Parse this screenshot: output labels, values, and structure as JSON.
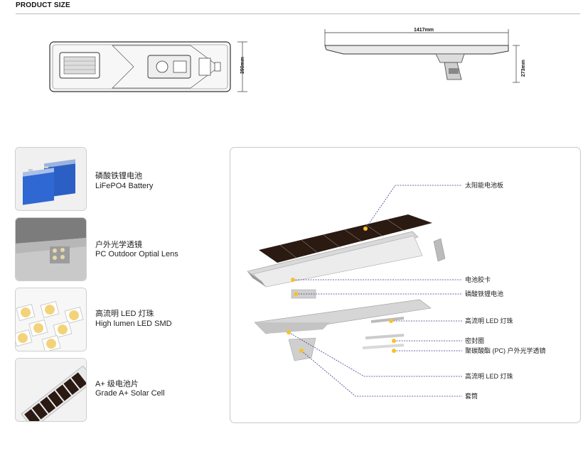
{
  "section": {
    "title": "PRODUCT SIZE"
  },
  "dimensions": {
    "width_label": "390mm",
    "length_label": "1417mm",
    "height_label": "273mm"
  },
  "features": [
    {
      "cn": "磷酸铁锂电池",
      "en": "LiFePO4 Battery",
      "image": "battery-icon"
    },
    {
      "cn": "户外光学透镜",
      "en": "PC Outdoor Optial Lens",
      "image": "lens-icon"
    },
    {
      "cn": "高流明 LED 灯珠",
      "en": "High lumen LED SMD",
      "image": "led-chip-icon"
    },
    {
      "cn": "A+ 级电池片",
      "en": "Grade A+ Solar Cell",
      "image": "solar-cell-icon"
    }
  ],
  "callouts": [
    "太阳能电池板",
    "电池胶卡",
    "磷酸铁锂电池",
    "高流明 LED 灯珠",
    "密封圈",
    "聚碳酸酯 (PC) 户外光学透镜",
    "高流明 LED 灯珠",
    "套筒"
  ],
  "colors": {
    "accent_dot": "#f5c22b",
    "leader_line": "#3b3b8f",
    "solar_panel": "#2a1a12",
    "battery_blue": "#2b5fc4"
  }
}
